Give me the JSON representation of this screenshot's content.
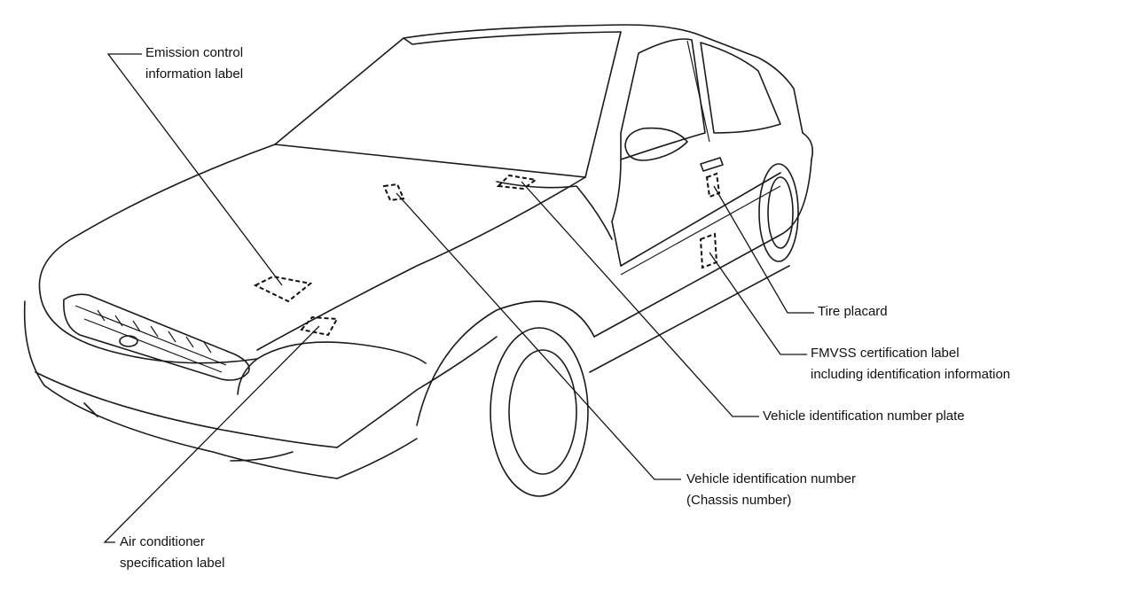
{
  "labels": {
    "emission": {
      "line1": "Emission control",
      "line2": "information label"
    },
    "air_conditioner": {
      "line1": "Air conditioner",
      "line2": "specification label"
    },
    "tire": {
      "line1": "Tire placard"
    },
    "fmvss": {
      "line1": "FMVSS certification label",
      "line2": "including identification information"
    },
    "vin_plate": {
      "line1": "Vehicle identification number plate"
    },
    "vin": {
      "line1": "Vehicle identification number",
      "line2": "(Chassis number)"
    }
  },
  "colors": {
    "line": "#111111",
    "background": "#ffffff"
  }
}
